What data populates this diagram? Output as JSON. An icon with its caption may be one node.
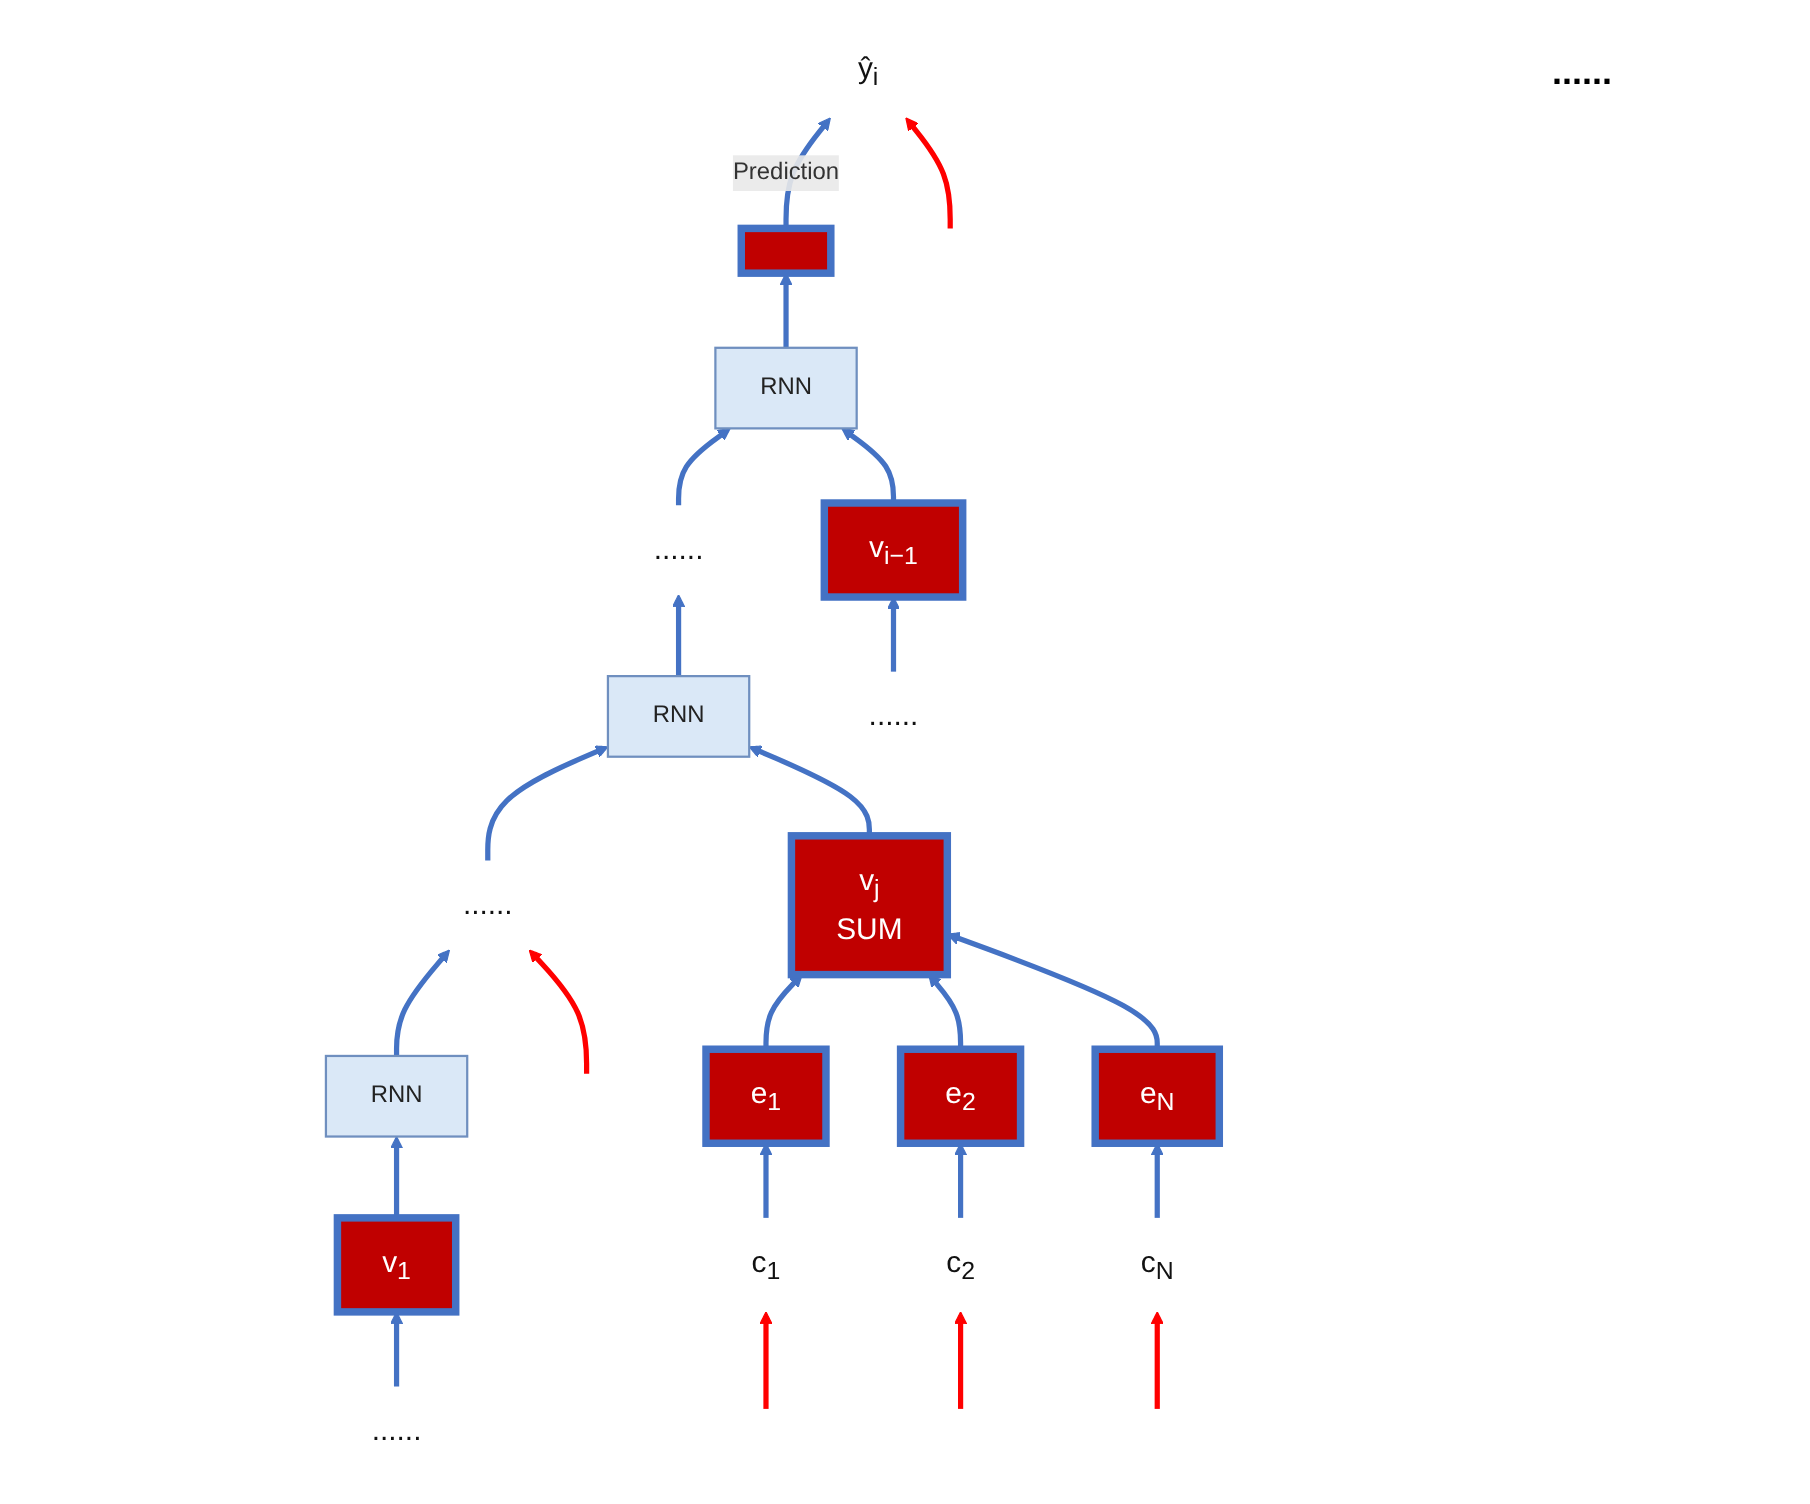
{
  "diagram": {
    "nodes": [
      {
        "text": [
          "RNN"
        ]
      },
      {
        "text": [
          "......"
        ]
      },
      {
        "text": [
          "RNN"
        ]
      },
      {
        "text": [
          "......"
        ]
      },
      {
        "text": [
          "RNN"
        ]
      },
      {
        "text": [],
        "shape": "bar"
      },
      {
        "text": [
          "ŷ$_{i}$"
        ]
      },
      {
        "text": [
          "v$_{1}$"
        ]
      },
      {
        "text": [
          "......"
        ]
      },
      {
        "text": [
          "v$_{j}$",
          "SUM"
        ]
      },
      {
        "text": [
          "e$_{1}$"
        ]
      },
      {
        "text": [
          "c$_{1}$"
        ]
      },
      {
        "text": [
          "e$_{2}$"
        ]
      },
      {
        "text": [
          "c$_{2}$"
        ]
      },
      {
        "text": [
          "e$_{N}$"
        ]
      },
      {
        "text": [
          "c$_{N}$"
        ]
      },
      {
        "text": [
          "v$_{i−1}$"
        ]
      },
      {
        "text": [
          "......"
        ]
      }
    ],
    "edges": [
      {
        "from": 0,
        "to": 1,
        "arrow": "to"
      },
      {
        "from": 1,
        "to": 2,
        "arrow": "to"
      },
      {
        "from": 2,
        "to": 3,
        "arrow": "to"
      },
      {
        "from": 3,
        "to": 4,
        "arrow": "to"
      },
      {
        "from": 4,
        "to": 5,
        "arrow": "to"
      },
      {
        "from": 5,
        "to": 6,
        "arrow": "to",
        "label": "Prediction"
      },
      {
        "from": 7,
        "to": 0,
        "arrow": "to"
      },
      {
        "from": 8,
        "to": 7,
        "arrow": "to"
      },
      {
        "from": 9,
        "to": 2,
        "arrow": "to"
      },
      {
        "from": 10,
        "to": 9,
        "arrow": "to"
      },
      {
        "from": 12,
        "to": 9,
        "arrow": "to"
      },
      {
        "from": 14,
        "to": 9,
        "arrow": "to"
      },
      {
        "from": 11,
        "to": 10,
        "arrow": "to"
      },
      {
        "from": 13,
        "to": 12,
        "arrow": "to"
      },
      {
        "from": 15,
        "to": 14,
        "arrow": "to"
      },
      {
        "from": 16,
        "to": 4,
        "arrow": "to"
      },
      {
        "from": 17,
        "to": 16,
        "arrow": "to"
      },
      {
        "from": null,
        "to": 1,
        "arrow": "to",
        "color": "#ff0000"
      },
      {
        "from": null,
        "to": 6,
        "arrow": "to",
        "color": "#ff0000"
      },
      {
        "from": null,
        "to": 11,
        "arrow": "to",
        "color": "#ff0000"
      },
      {
        "from": null,
        "to": 13,
        "arrow": "to",
        "color": "#ff0000"
      },
      {
        "from": null,
        "to": 15,
        "arrow": "to",
        "color": "#ff0000"
      }
    ],
    "labels": [
      "......"
    ]
  }
}
